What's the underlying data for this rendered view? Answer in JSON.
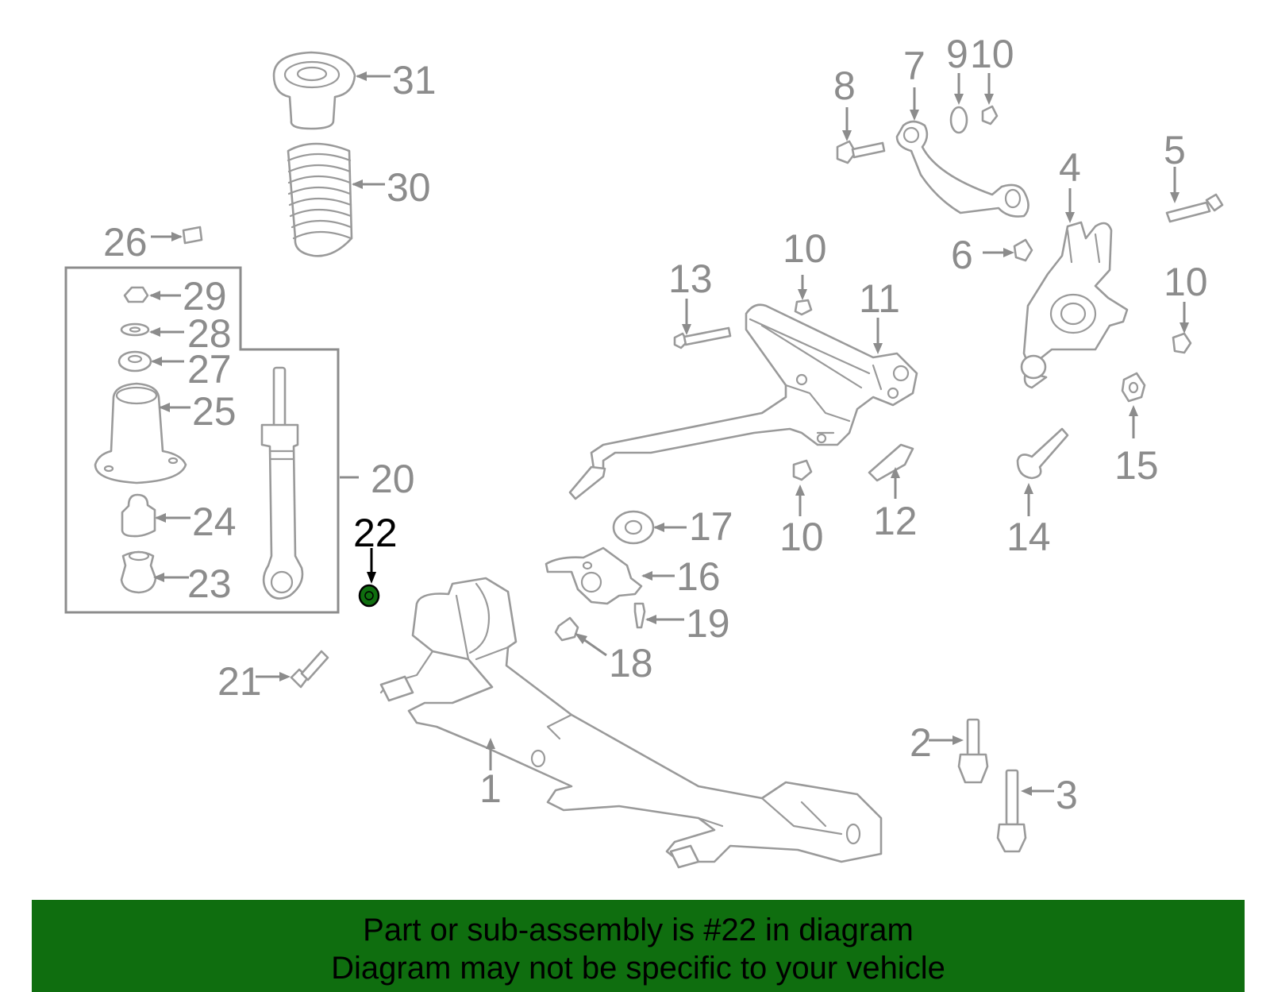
{
  "diagram": {
    "highlight_color": "#0f6e0f",
    "label_color": "#8c8c8c",
    "highlight_label_color": "#000000",
    "callouts": {
      "c1": "1",
      "c2": "2",
      "c3": "3",
      "c4": "4",
      "c5": "5",
      "c6": "6",
      "c7": "7",
      "c8": "8",
      "c9": "9",
      "c10a": "10",
      "c10b": "10",
      "c10c": "10",
      "c10d": "10",
      "c11": "11",
      "c12": "12",
      "c13": "13",
      "c14": "14",
      "c15": "15",
      "c16": "16",
      "c17": "17",
      "c18": "18",
      "c19": "19",
      "c20": "20",
      "c21": "21",
      "c22": "22",
      "c23": "23",
      "c24": "24",
      "c25": "25",
      "c26": "26",
      "c27": "27",
      "c28": "28",
      "c29": "29",
      "c30": "30",
      "c31": "31"
    }
  },
  "banner": {
    "background": "#0f6e0f",
    "line1": "Part or sub-assembly is #22 in diagram",
    "line2": "Diagram may not be specific to your vehicle"
  }
}
